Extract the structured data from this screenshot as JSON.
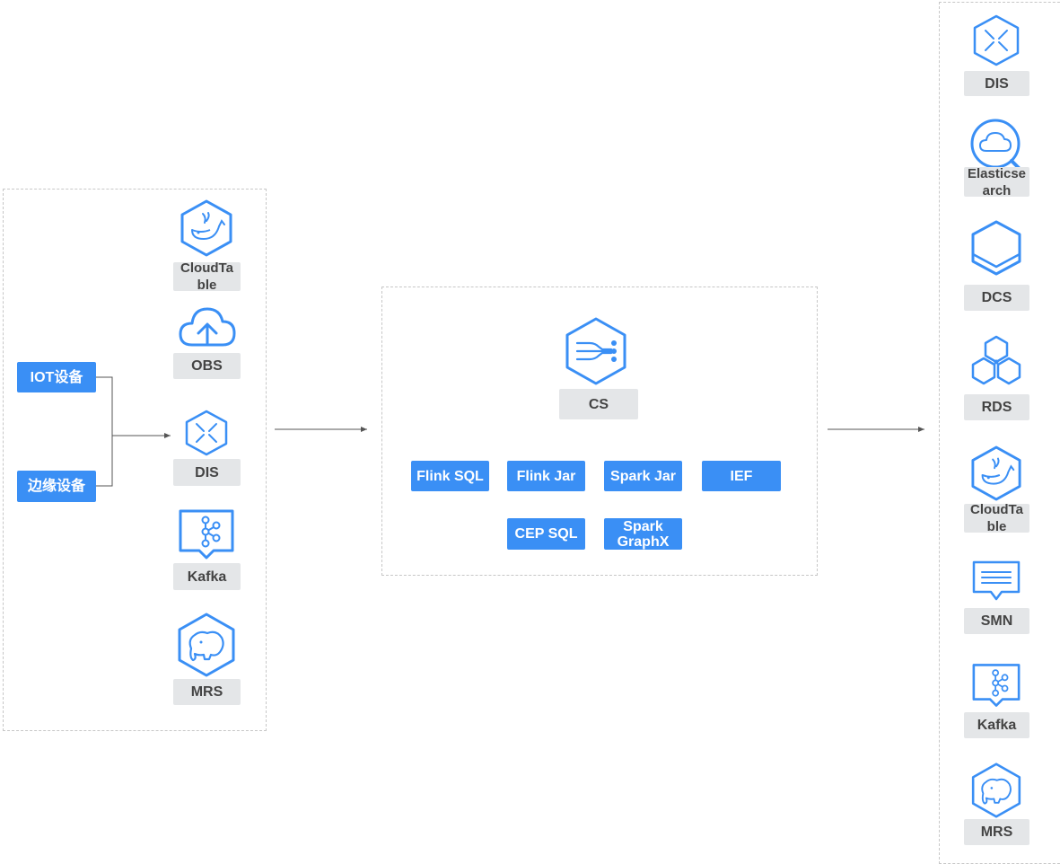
{
  "left_group": {
    "sources": [
      "IOT设备",
      "边缘设备"
    ],
    "services": [
      "CloudTa ble",
      "OBS",
      "DIS",
      "Kafka",
      "MRS"
    ]
  },
  "center_group": {
    "core": "CS",
    "jobs_row1": [
      "Flink SQL",
      "Flink Jar",
      "Spark Jar",
      "IEF"
    ],
    "jobs_row2": [
      "CEP SQL",
      "Spark GraphX"
    ]
  },
  "right_group": {
    "services": [
      "DIS",
      "Elasticse arch",
      "DCS",
      "RDS",
      "CloudTa ble",
      "SMN",
      "Kafka",
      "MRS"
    ]
  },
  "icons": {
    "left": [
      "cloudtable-whale-icon",
      "obs-cloud-upload-icon",
      "dis-cross-icon",
      "kafka-graph-icon",
      "mrs-elephant-icon"
    ],
    "center": [
      "cs-stream-icon"
    ],
    "right": [
      "dis-cross-icon",
      "elasticsearch-cloud-search-icon",
      "dcs-hexagon-icon",
      "rds-honeycomb-icon",
      "cloudtable-whale-icon",
      "smn-message-icon",
      "kafka-graph-icon",
      "mrs-elephant-icon"
    ]
  },
  "colors": {
    "accent": "#3a8ff5",
    "label_bg": "#e4e6e8",
    "label_text": "#444444",
    "frame": "#c7c7c7",
    "line": "#555555"
  }
}
